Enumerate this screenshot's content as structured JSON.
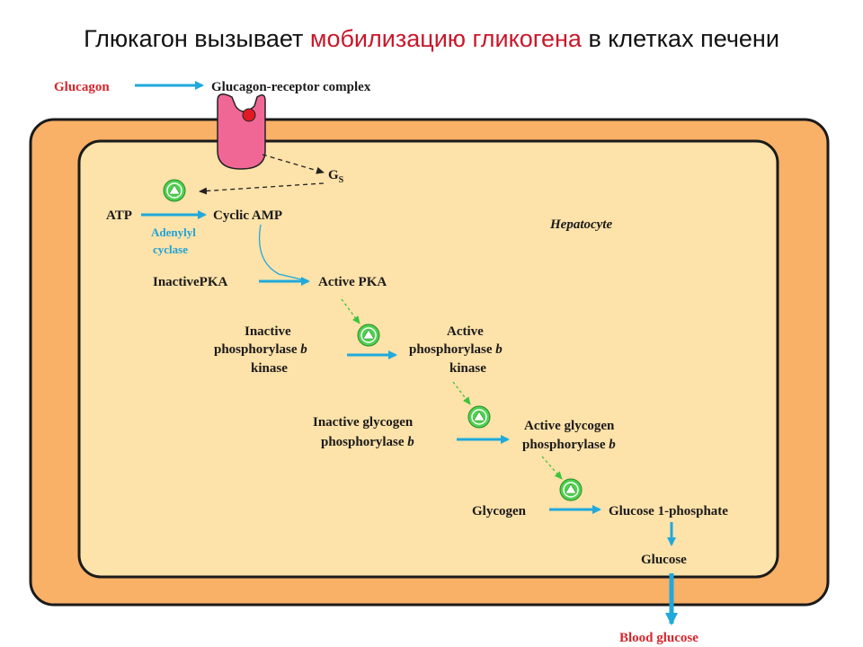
{
  "title": {
    "part1": "Глюкагон вызывает ",
    "highlight": "мобилизацию гликогена",
    "part2": " в клетках печени"
  },
  "colors": {
    "cell_outer": "#f9b067",
    "cell_inner": "#fde2a9",
    "arrow": "#1fa9dc",
    "activation": "#4fd14f",
    "receptor": "#f06795",
    "ligand": "#e01b24",
    "highlight_text": "#c8182b",
    "red_label": "#d7262b"
  },
  "labels": {
    "glucagon": "Glucagon",
    "receptor_complex": "Glucagon-receptor complex",
    "gs_main": "G",
    "gs_sub": "S",
    "atp": "ATP",
    "cyclic_amp": "Cyclic AMP",
    "adenylyl_cyclase_1": "Adenylyl",
    "adenylyl_cyclase_2": "cyclase",
    "hepatocyte": "Hepatocyte",
    "inactive_pka": "InactivePKA",
    "active_pka": "Active PKA",
    "inactive_phk_1": "Inactive",
    "inactive_phk_2": "phosphorylase",
    "inactive_phk_3": "kinase",
    "active_phk_1": "Active",
    "active_phk_2": "phosphorylase",
    "active_phk_3": "kinase",
    "inactive_gp_1": "Inactive glycogen",
    "inactive_gp_2": "phosphorylase",
    "active_gp_1": "Active glycogen",
    "active_gp_2": "phosphorylase",
    "b_symbol": "b",
    "glycogen": "Glycogen",
    "g1p": "Glucose 1-phosphate",
    "glucose": "Glucose",
    "blood_glucose": "Blood glucose"
  }
}
